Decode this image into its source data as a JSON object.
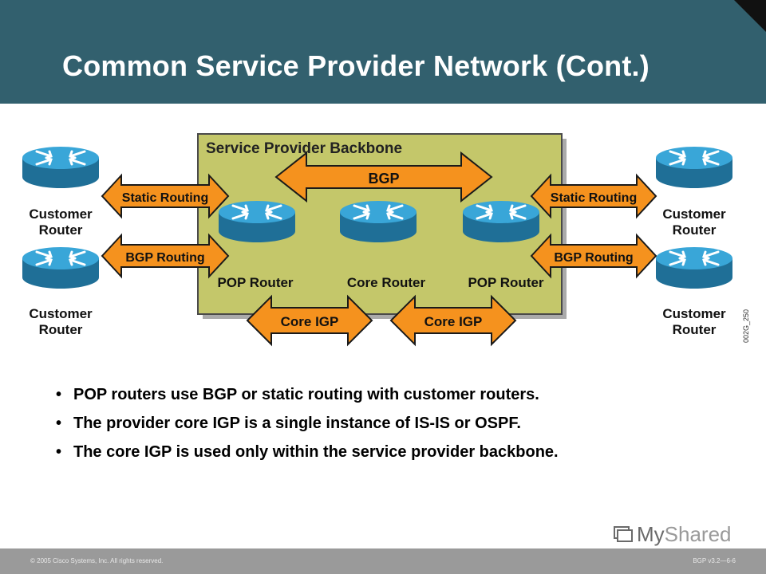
{
  "slide": {
    "title": "Common Service Provider Network (Cont.)"
  },
  "diagram": {
    "backbone_label": "Service Provider Backbone",
    "arrows": {
      "bgp": "BGP",
      "static_left": "Static Routing",
      "bgp_left": "BGP Routing",
      "static_right": "Static Routing",
      "bgp_right": "BGP Routing",
      "igp_left": "Core IGP",
      "igp_right": "Core IGP"
    },
    "routers": {
      "customer_label_1": "Customer",
      "customer_label_2": "Router",
      "pop": "POP Router",
      "core": "Core Router"
    },
    "figure_code": "002G_250"
  },
  "bullets": [
    "POP routers use BGP or static routing with customer routers.",
    "The provider core IGP is a single instance of IS-IS or OSPF.",
    "The core IGP is used only within the service provider backbone."
  ],
  "footer": {
    "copyright": "© 2005 Cisco Systems, Inc. All rights reserved.",
    "course": "BGP v3.2—6-6"
  },
  "watermark": {
    "part1": "My",
    "part2": "Shared"
  },
  "colors": {
    "header": "#32606e",
    "backbone": "#c4c76a",
    "arrow": "#f5921e",
    "router": "#2a94c8"
  }
}
